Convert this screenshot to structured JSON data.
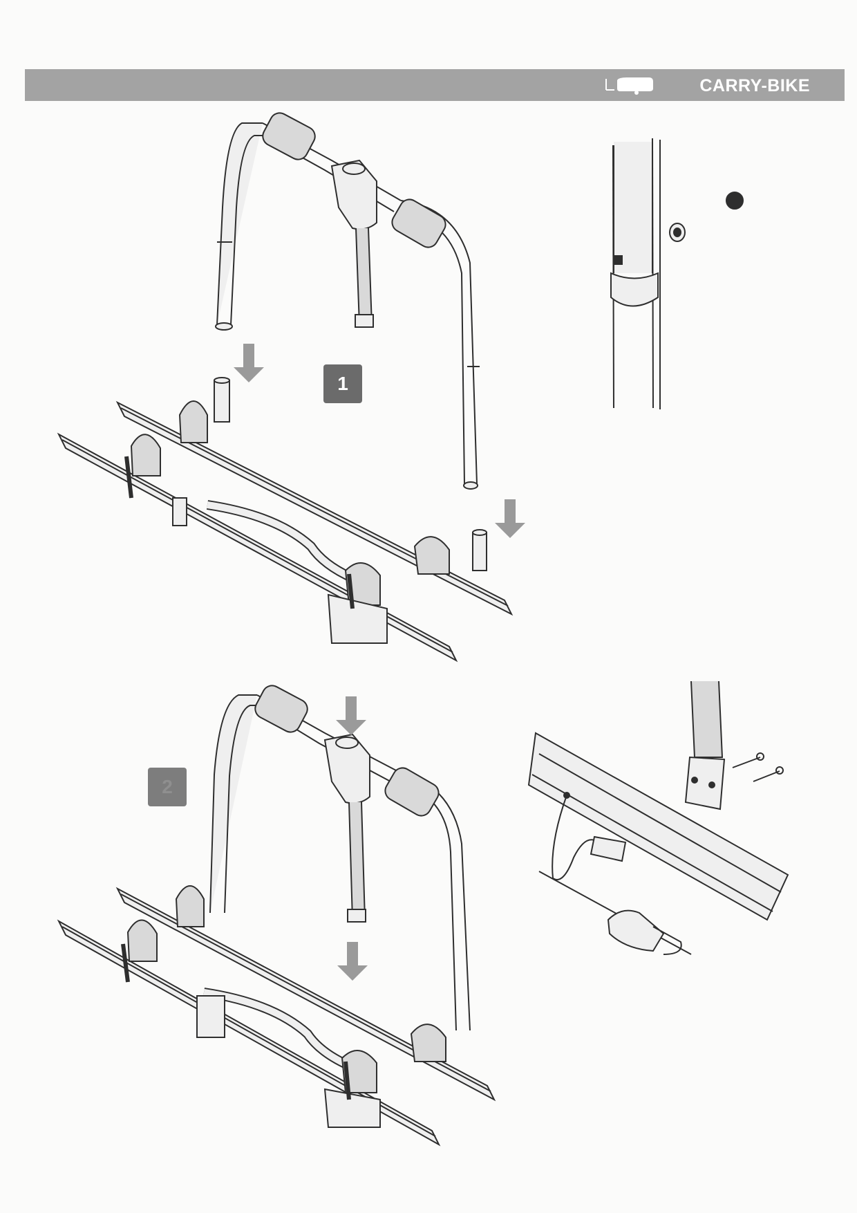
{
  "header": {
    "title": "CARRY-BIKE",
    "bar_color": "#a3a3a3"
  },
  "steps": [
    {
      "number": "1"
    },
    {
      "number": "2"
    }
  ],
  "colors": {
    "badge_dark": "#6b6b6b",
    "badge_medium": "#7d7d7d",
    "arrow": "#9a9a9a",
    "line": "#2e2e2e",
    "pad": "#d9d9d9",
    "metal": "#efefef"
  }
}
